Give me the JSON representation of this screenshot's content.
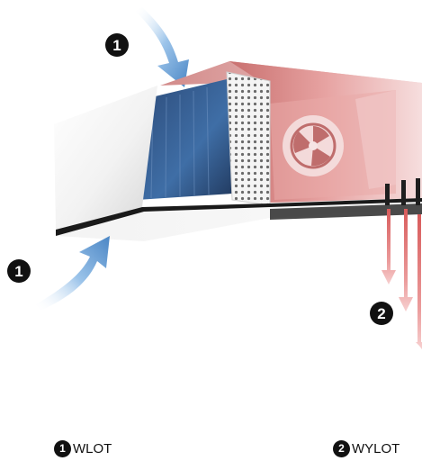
{
  "markers": {
    "inlet_top": "1",
    "inlet_bottom": "1",
    "outlet": "2"
  },
  "legend": {
    "inlet": {
      "number": "1",
      "label": "WLOT"
    },
    "outlet": {
      "number": "2",
      "label": "WYLOT"
    }
  },
  "colors": {
    "inlet_arrow": "#4a86c5",
    "outlet_arrow": "#e06a6a",
    "heat_tint": "#d9534f",
    "coil_blue": "#2e4f7f"
  }
}
